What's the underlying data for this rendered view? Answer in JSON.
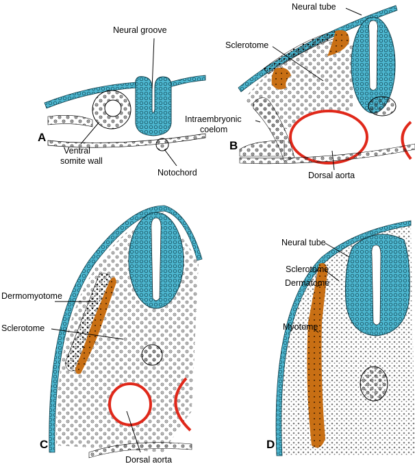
{
  "colors": {
    "neural": "#4db6cf",
    "sclerotome": "#c86f14",
    "aorta": "#e0281a"
  },
  "panels": {
    "A": {
      "letter": "A",
      "neural_groove": "Neural groove",
      "ventral_line1": "Ventral",
      "ventral_line2": "somite wall",
      "notochord": "Notochord"
    },
    "B": {
      "letter": "B",
      "neural_tube": "Neural tube",
      "sclerotome": "Sclerotome",
      "coelom_line1": "Intraembryonic",
      "coelom_line2": "coelom",
      "dorsal_aorta": "Dorsal aorta"
    },
    "C": {
      "letter": "C",
      "dermomyotome": "Dermomyotome",
      "sclerotome": "Sclerotome",
      "dorsal_aorta": "Dorsal aorta"
    },
    "D": {
      "letter": "D",
      "neural_tube": "Neural tube",
      "sclerotome": "Sclerotome",
      "dermatome": "Dermatome",
      "myotome": "Myotome"
    }
  }
}
